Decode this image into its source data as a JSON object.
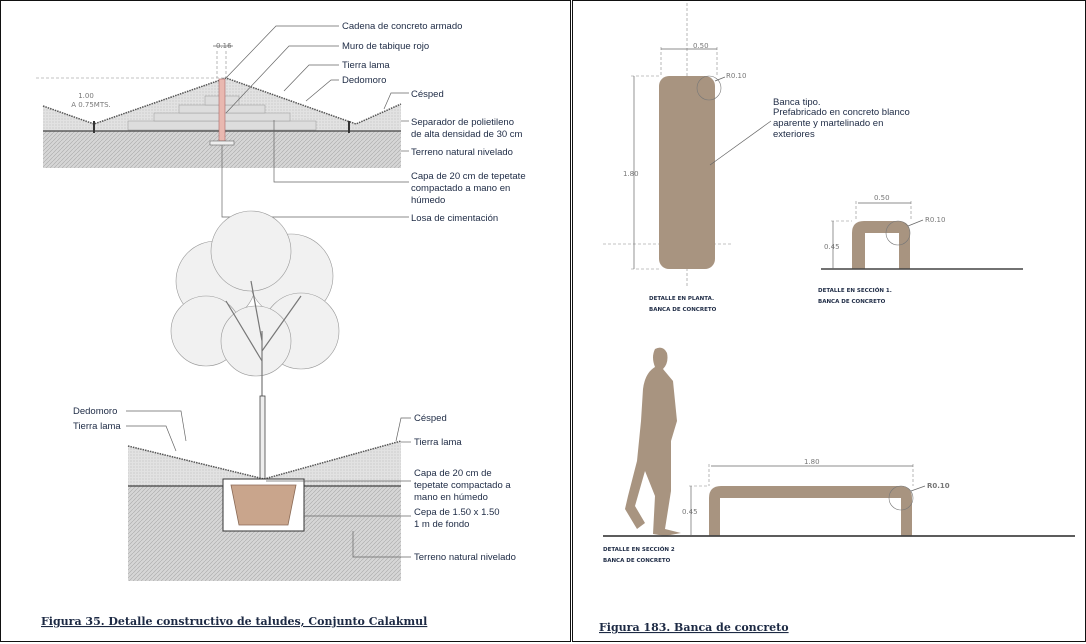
{
  "figure_left": {
    "caption": "Figura 35. Detalle constructivo de taludes, Conjunto Calakmul",
    "top_detail": {
      "dim_width": "0.16",
      "dim_height": [
        "1.00",
        "A 0.75MTS."
      ],
      "labels": {
        "cadena": "Cadena de concreto armado",
        "muro": "Muro de tabique rojo",
        "tierra": "Tierra lama",
        "dedomoro": "Dedomoro",
        "cesped": "Césped",
        "separador": [
          "Separador de polietileno",
          "de alta densidad de 30 cm"
        ],
        "terreno": "Terreno natural nivelado",
        "capa": [
          "Capa de 20 cm de tepetate",
          "compactado a mano en",
          "húmedo"
        ],
        "losa": "Losa de cimentación"
      }
    },
    "tree_detail": {
      "labels": {
        "dedomoro": "Dedomoro",
        "tierra_left": "Tierra lama",
        "cesped": "Césped",
        "tierra_right": "Tierra lama",
        "capa": [
          "Capa de 20 cm de",
          "tepetate compactado a",
          "mano en húmedo"
        ],
        "cepa": [
          "Cepa de 1.50 x 1.50",
          "1 m de fondo"
        ],
        "terreno": "Terreno natural nivelado"
      }
    }
  },
  "figure_right": {
    "caption": "Figura 183. Banca de concreto",
    "plan": {
      "dim_width": "0.50",
      "dim_length": "1.80",
      "radius": "R0.10",
      "note": [
        "Banca tipo.",
        "Prefabricado en concreto blanco",
        "aparente y martelinado en",
        "exteriores"
      ],
      "label": [
        "DETALLE EN PLANTA.",
        "BANCA DE CONCRETO"
      ]
    },
    "section1": {
      "dim_width": "0.50",
      "dim_height": "0.45",
      "radius": "R0.10",
      "label": [
        "DETALLE EN SECCIÓN 1.",
        "BANCA DE CONCRETO"
      ]
    },
    "section2": {
      "dim_length": "1.80",
      "dim_height": "0.45",
      "radius": "R0.10",
      "label": [
        "DETALLE EN SECCIÓN 2",
        "BANCA DE CONCRETO"
      ]
    }
  },
  "colors": {
    "concrete": "#a89480",
    "ink": "#1d2a44",
    "soil": "#cfcfcf"
  }
}
